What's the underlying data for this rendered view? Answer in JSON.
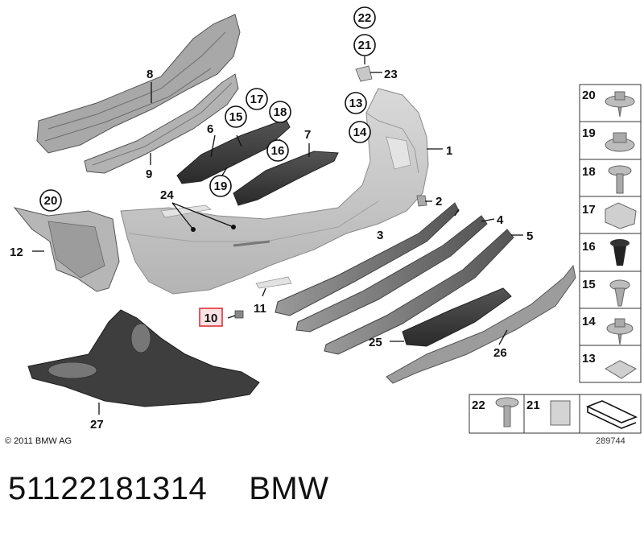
{
  "diagram": {
    "callouts": {
      "c1": "1",
      "c2": "2",
      "c3": "3",
      "c4": "4",
      "c5": "5",
      "c6": "6",
      "c7": "7",
      "c8": "8",
      "c9": "9",
      "c10": "10",
      "c11": "11",
      "c12": "12",
      "c13": "13",
      "c14": "14",
      "c15": "15",
      "c16": "16",
      "c17": "17",
      "c18": "18",
      "c19": "19",
      "c20": "20",
      "c21": "21",
      "c22": "22",
      "c23": "23",
      "c24": "24",
      "c25": "25",
      "c26": "26",
      "c27": "27"
    },
    "legend_grid": {
      "r20": "20",
      "r19": "19",
      "r18": "18",
      "r17": "17",
      "r16": "16",
      "r15": "15",
      "r14": "14",
      "r13": "13"
    },
    "legend_bottom": {
      "b22": "22",
      "b21": "21"
    },
    "copyright": "© 2011 BMW AG",
    "image_id": "289744"
  },
  "part": {
    "number": "51122181314",
    "brand": "BMW"
  },
  "colors": {
    "highlight": "#e0303a",
    "part_gray": "#c9c9c9",
    "part_dark": "#3a3a3a"
  }
}
